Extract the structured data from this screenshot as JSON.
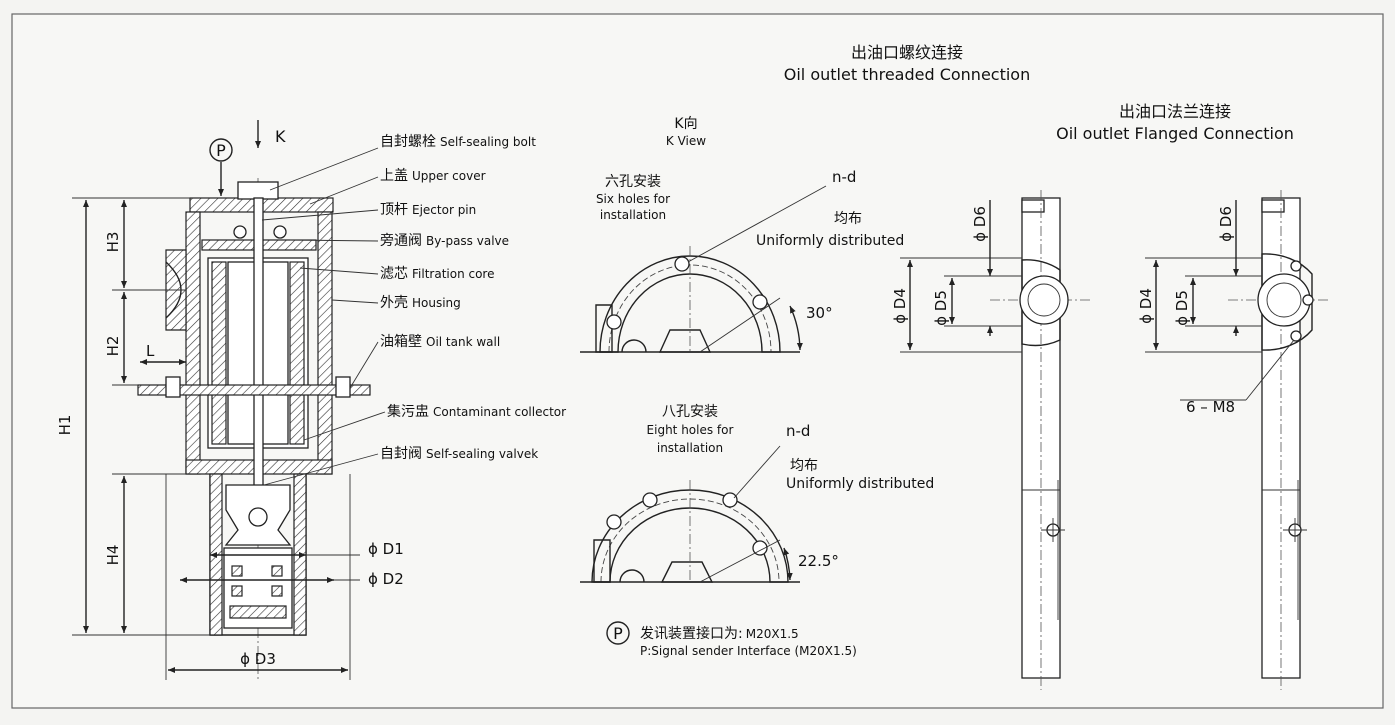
{
  "sections": {
    "threaded_title_cn": "出油口螺纹连接",
    "threaded_title_en": "Oil outlet threaded Connection",
    "flanged_title_cn": "出油口法兰连接",
    "flanged_title_en": "Oil outlet Flanged Connection",
    "kview_cn": "K向",
    "kview_en": "K View"
  },
  "main_view": {
    "p_symbol": "P",
    "k_arrow": "K",
    "dimensions": {
      "h1": "H1",
      "h2": "H2",
      "h3": "H3",
      "h4": "H4",
      "l": "L",
      "d1": "ϕ D1",
      "d2": "ϕ D2",
      "d3": "ϕ D3"
    },
    "callouts": [
      {
        "cn": "自封螺栓",
        "en": "Self-sealing bolt"
      },
      {
        "cn": "上盖",
        "en": "Upper cover"
      },
      {
        "cn": "顶杆",
        "en": "Ejector pin"
      },
      {
        "cn": "旁通阀",
        "en": "By-pass valve"
      },
      {
        "cn": "滤芯",
        "en": "Filtration core"
      },
      {
        "cn": "外壳",
        "en": "Housing"
      },
      {
        "cn": "油箱壁",
        "en": "Oil tank wall"
      },
      {
        "cn": "集污盅",
        "en": "Contaminant collector"
      },
      {
        "cn": "自封阀",
        "en": "Self-sealing valvek"
      }
    ]
  },
  "six_hole": {
    "title_cn": "六孔安装",
    "title_en1": "Six holes for",
    "title_en2": "installation",
    "nd": "n-d",
    "uniform_cn": "均布",
    "uniform_en": "Uniformly distributed",
    "angle": "30°"
  },
  "eight_hole": {
    "title_cn": "八孔安装",
    "title_en1": "Eight holes for",
    "title_en2": "installation",
    "nd": "n-d",
    "uniform_cn": "均布",
    "uniform_en": "Uniformly distributed",
    "angle": "22.5°"
  },
  "threaded_view": {
    "d4": "ϕ D4",
    "d5": "ϕ D5",
    "d6": "ϕ D6"
  },
  "flanged_view": {
    "d4": "ϕ D4",
    "d5": "ϕ D5",
    "d6": "ϕ D6",
    "bolts": "6 – M8"
  },
  "note": {
    "symbol": "P",
    "cn": "发讯装置接口为:",
    "cn_value": "M20X1.5",
    "en": "P:Signal sender Interface (M20X1.5)"
  }
}
